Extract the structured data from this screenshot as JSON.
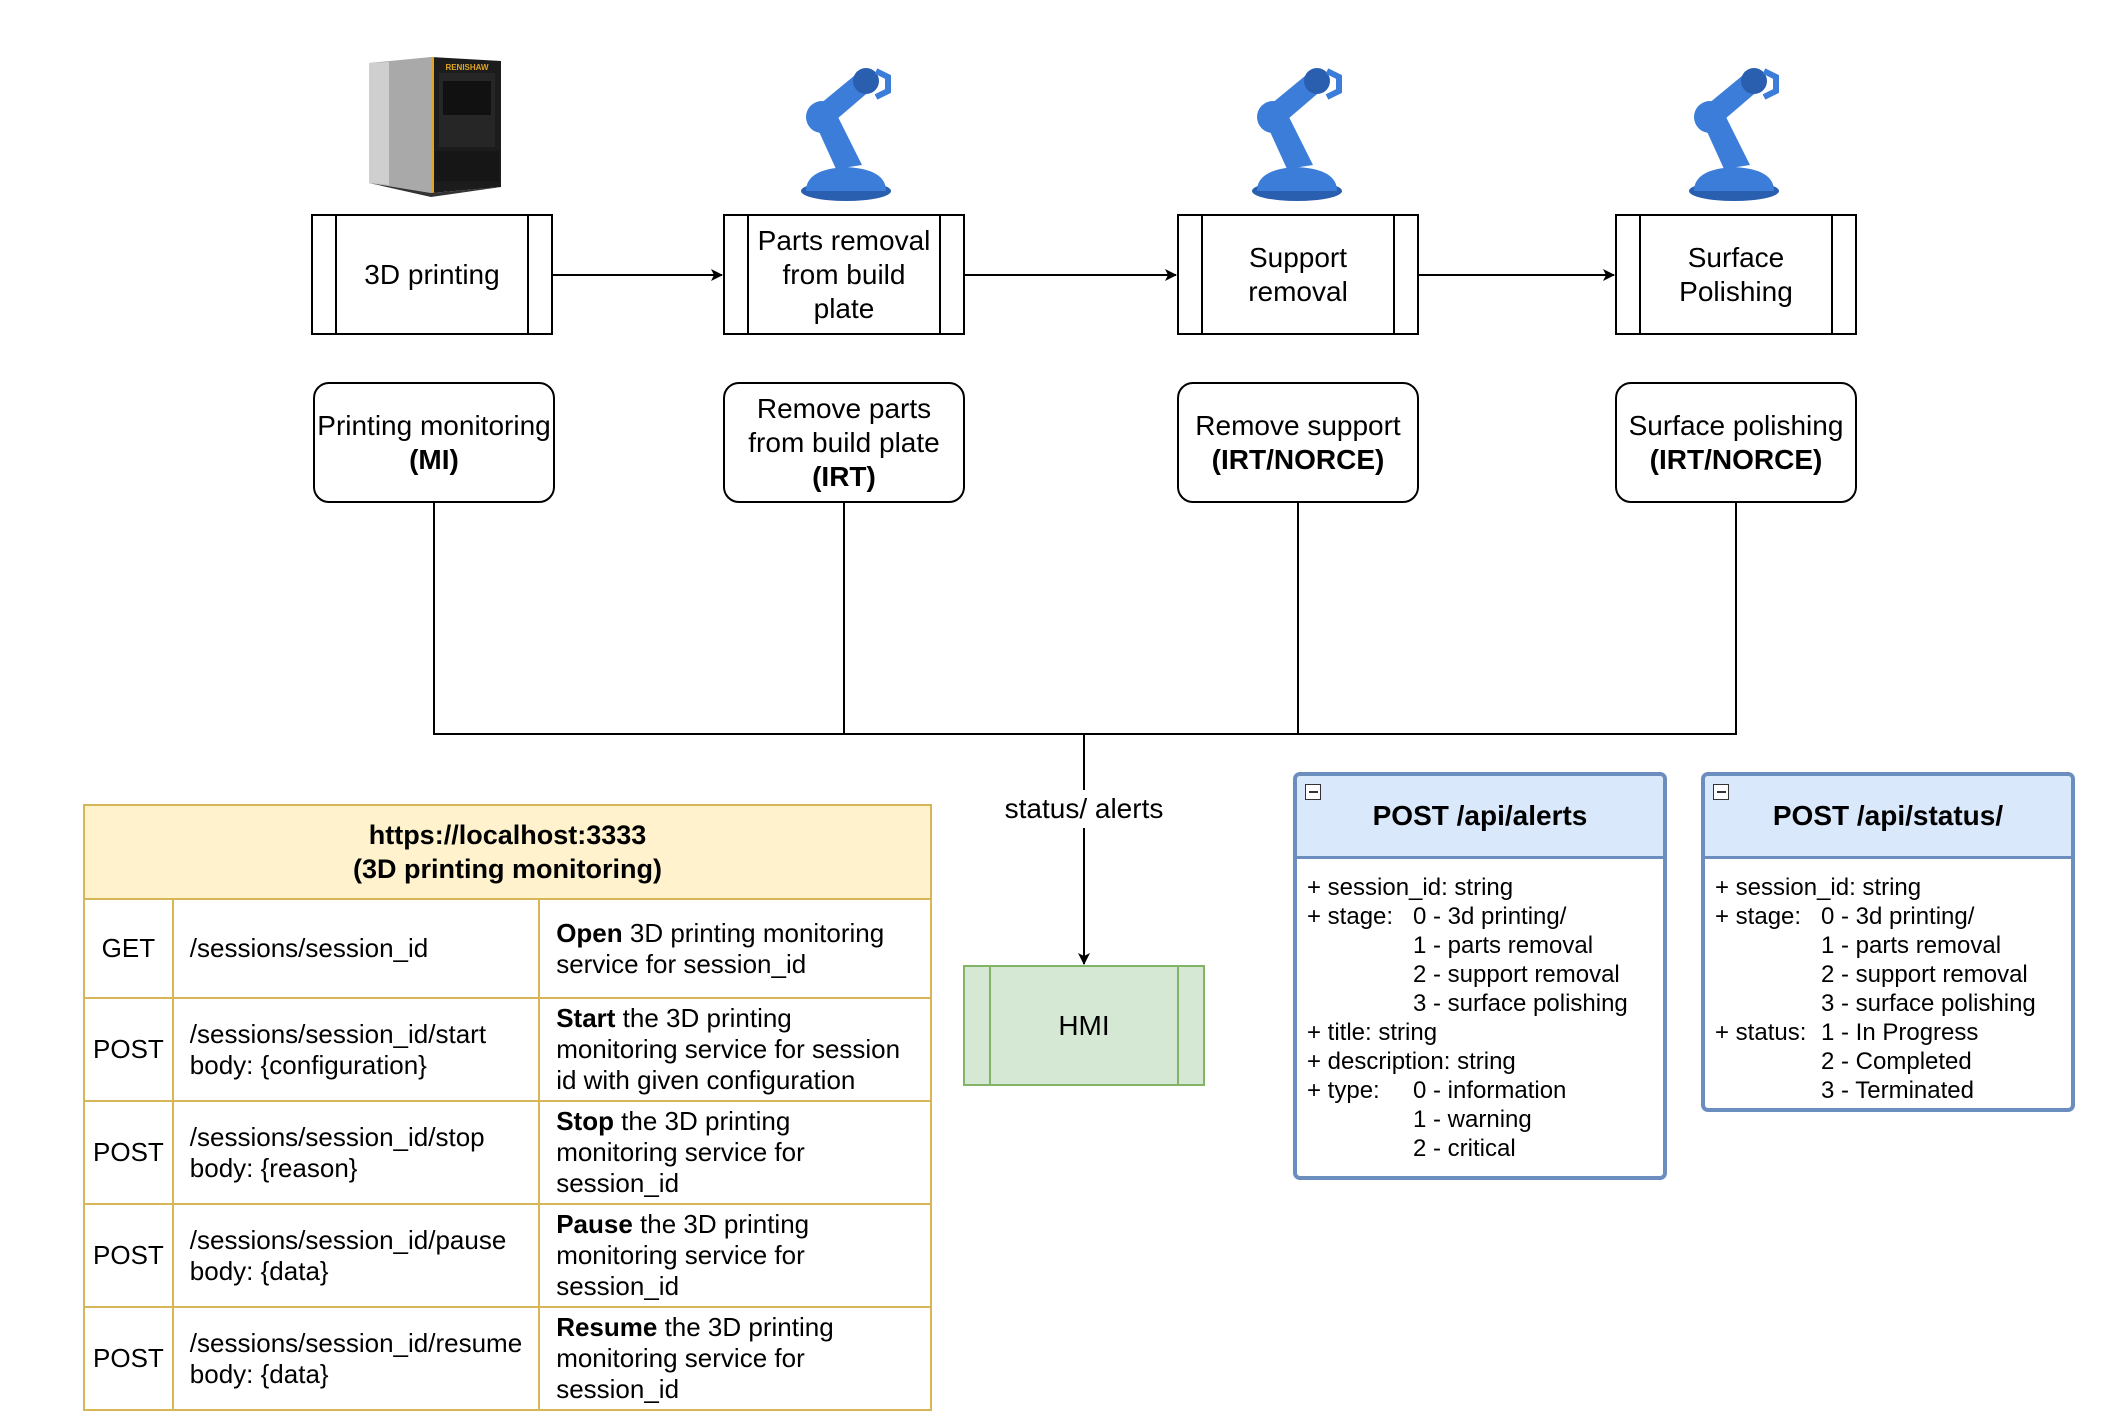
{
  "stages": [
    {
      "label": "3D printing"
    },
    {
      "label": "Parts removal from build plate"
    },
    {
      "label": "Support removal"
    },
    {
      "label": "Surface Polishing"
    }
  ],
  "services": [
    {
      "name": "Printing monitoring",
      "owner": "(MI)"
    },
    {
      "name": "Remove parts from build plate",
      "owner": "(IRT)"
    },
    {
      "name": "Remove support",
      "owner": "(IRT/NORCE)"
    },
    {
      "name": "Surface polishing",
      "owner": "(IRT/NORCE)"
    }
  ],
  "printer": {
    "brand": "RENISHAW"
  },
  "edge_label": "status/ alerts",
  "hmi": {
    "label": "HMI"
  },
  "api_table": {
    "title": "https://localhost:3333",
    "subtitle": "(3D printing monitoring)",
    "rows": [
      {
        "method": "GET",
        "path": "/sessions/session_id",
        "body": "",
        "verb": "Open",
        "desc": " 3D printing monitoring service for session_id"
      },
      {
        "method": "POST",
        "path": "/sessions/session_id/start",
        "body": "body: {configuration}",
        "verb": "Start",
        "desc": " the 3D printing monitoring service for session id with given configuration"
      },
      {
        "method": "POST",
        "path": "/sessions/session_id/stop",
        "body": "body: {reason}",
        "verb": "Stop",
        "desc": " the 3D printing monitoring service for session_id"
      },
      {
        "method": "POST",
        "path": "/sessions/session_id/pause",
        "body": "body: {data}",
        "verb": "Pause",
        "desc": " the 3D printing monitoring service for session_id"
      },
      {
        "method": "POST",
        "path": "/sessions/session_id/resume",
        "body": "body: {data}",
        "verb": "Resume",
        "desc": " the 3D printing monitoring service for session_id"
      }
    ]
  },
  "alerts_class": {
    "title": "POST /api/alerts",
    "session_id": "+ session_id: string",
    "stage_key": "+ stage:",
    "stages": [
      "0 - 3d printing/",
      "1 - parts removal",
      "2 - support removal",
      "3 - surface polishing"
    ],
    "title_field": "+ title: string",
    "description_field": "+ description: string",
    "type_key": "+ type:",
    "types": [
      "0 - information",
      "1 - warning",
      "2 - critical"
    ]
  },
  "status_class": {
    "title": "POST /api/status/",
    "session_id": "+ session_id: string",
    "stage_key": "+ stage:",
    "stages": [
      "0 - 3d printing/",
      "1 - parts removal",
      "2 - support removal",
      "3 - surface polishing"
    ],
    "status_key": "+ status:",
    "statuses": [
      "1 - In Progress",
      "2 - Completed",
      "3 - Terminated"
    ]
  },
  "colors": {
    "robot": "#3b7dd8",
    "robot_dark": "#2a5fb0",
    "hmi_fill": "#d5e8d4",
    "hmi_stroke": "#82b366",
    "table_header": "#fff2cc",
    "table_stroke": "#d6b656",
    "class_header": "#dae8fc",
    "class_stroke": "#6c8ebf"
  }
}
